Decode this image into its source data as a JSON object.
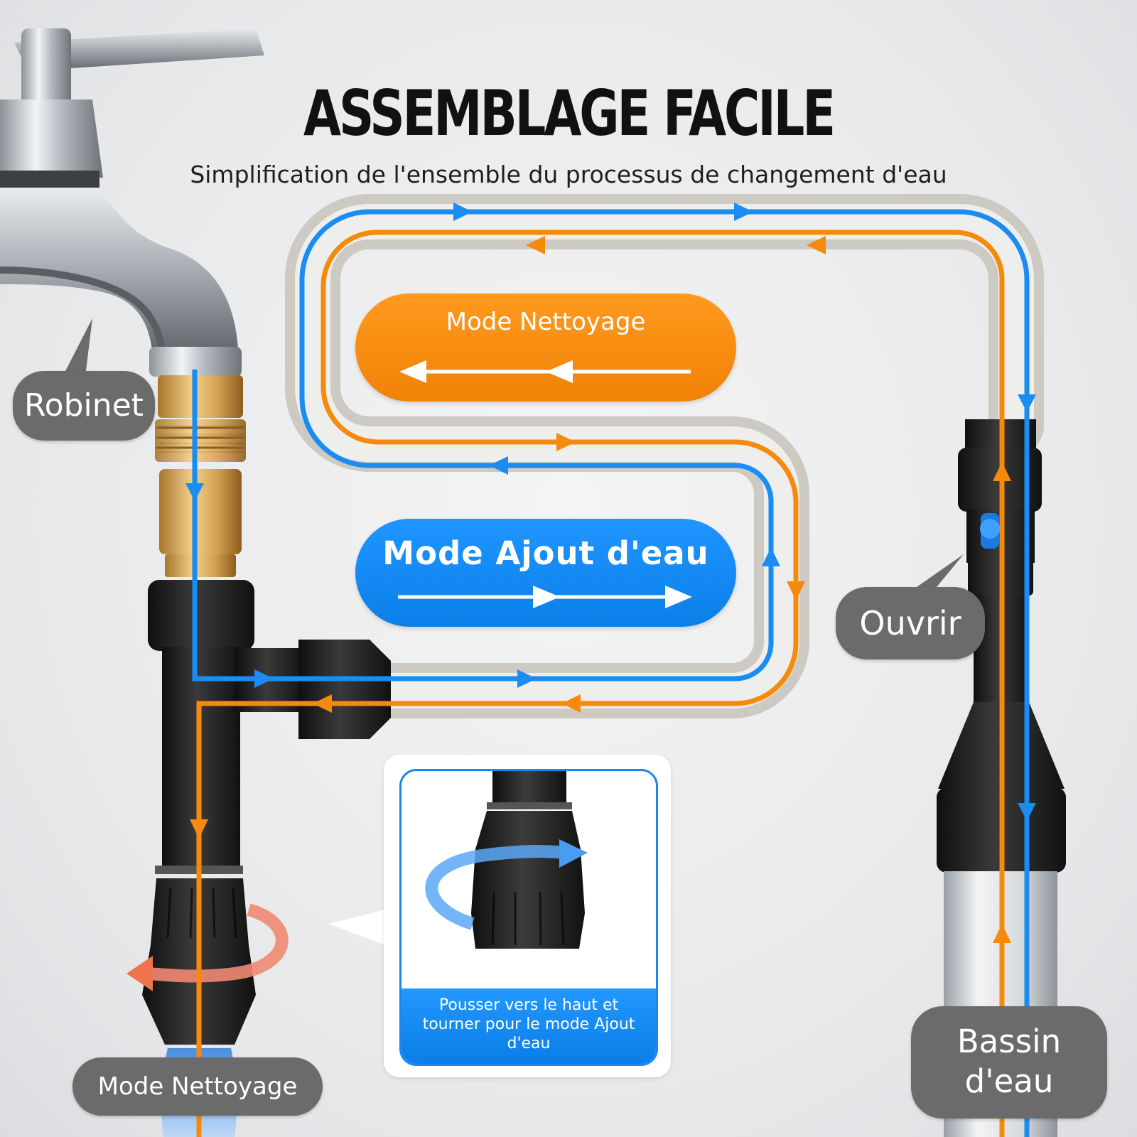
{
  "header": {
    "title": "ASSEMBLAGE FACILE",
    "subtitle": "Simplification de l'ensemble du processus de changement d'eau"
  },
  "modes": {
    "cleaning_label": "Mode Nettoyage",
    "add_water_label": "Mode Ajout d'eau"
  },
  "callouts": {
    "faucet": "Robinet",
    "open": "Ouvrir",
    "cleaning_mode": "Mode Nettoyage",
    "basin_line1": "Bassin",
    "basin_line2": "d'eau"
  },
  "inset": {
    "caption": "Pousser vers le haut et tourner pour le mode Ajout d'eau"
  },
  "colors": {
    "cleaning_flow": "#f58a0c",
    "add_water_flow": "#1a8cf2",
    "callout_background": "#6b6b6b",
    "hose": "#cfccc7"
  },
  "icons": [
    "faucet-icon",
    "brass-connector-icon",
    "t-valve-icon",
    "rotate-arrow-icon",
    "gravel-tube-icon"
  ]
}
